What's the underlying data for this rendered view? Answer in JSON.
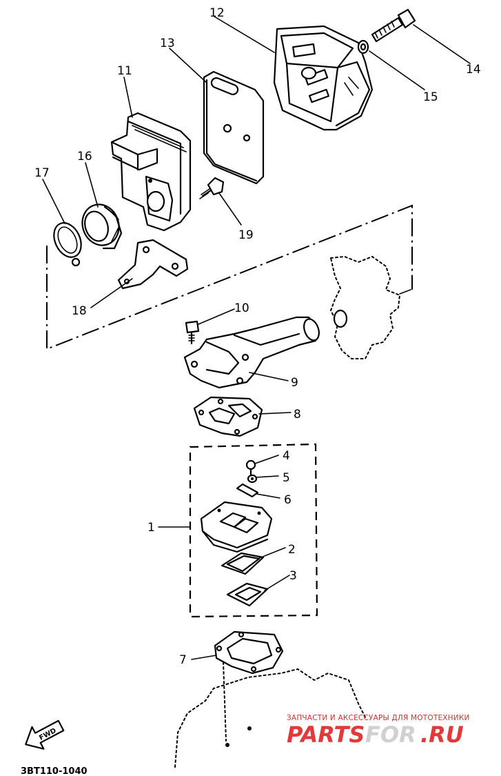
{
  "callouts": {
    "p1": "1",
    "p2": "2",
    "p3": "3",
    "p4": "4",
    "p5": "5",
    "p6": "6",
    "p7": "7",
    "p8": "8",
    "p9": "9",
    "p10": "10",
    "p11": "11",
    "p12": "12",
    "p13": "13",
    "p14": "14",
    "p15": "15",
    "p16": "16",
    "p17": "17",
    "p18": "18",
    "p19": "19"
  },
  "arrow_label": "FWD",
  "figure_code": "3BT110-1040",
  "watermark": {
    "line1": "ЗАПЧАСТИ И АКСЕССУАРЫ ДЛЯ МОТОТЕХНИКИ",
    "brand_left": "PARTS",
    "brand_mid": "FOR",
    "brand_right": ".RU"
  }
}
